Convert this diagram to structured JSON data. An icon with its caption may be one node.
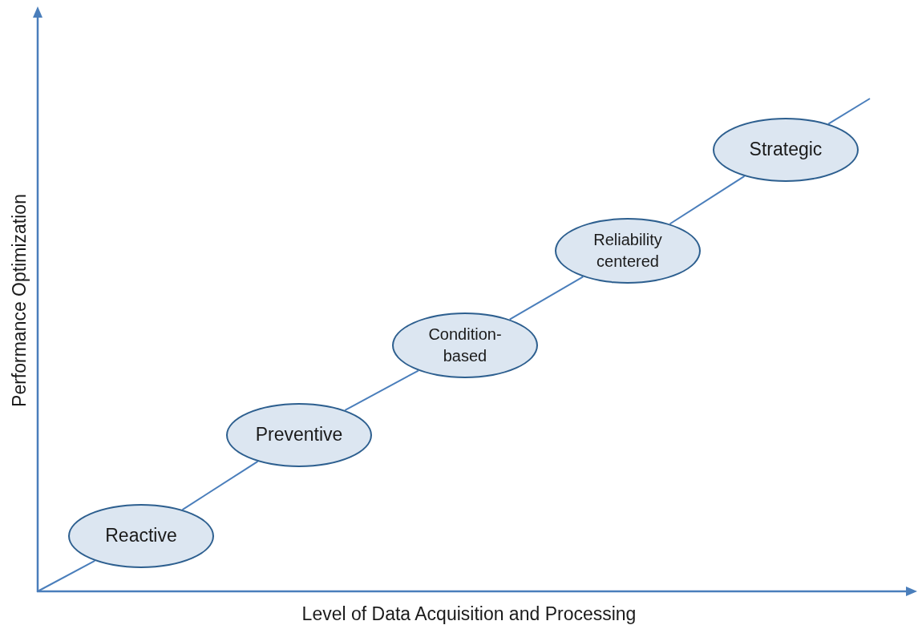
{
  "diagram": {
    "nodes": [
      {
        "text": [
          "Reactive"
        ]
      },
      {
        "text": [
          "Preventive"
        ]
      },
      {
        "text": [
          "Condition- based"
        ]
      },
      {
        "text": [
          "Reliability centered"
        ]
      },
      {
        "text": [
          "Strategic"
        ]
      }
    ],
    "edges": [
      {
        "from": null,
        "to": 0,
        "arrow": "none"
      },
      {
        "from": 0,
        "to": 1,
        "arrow": "none"
      },
      {
        "from": 1,
        "to": 2,
        "arrow": "none"
      },
      {
        "from": 2,
        "to": 3,
        "arrow": "none"
      },
      {
        "from": 3,
        "to": 4,
        "arrow": "none"
      },
      {
        "from": 4,
        "to": null,
        "arrow": "none"
      }
    ],
    "labels": [
      "Performance Optimization",
      "Level of Data Acquisition and Processing"
    ]
  }
}
